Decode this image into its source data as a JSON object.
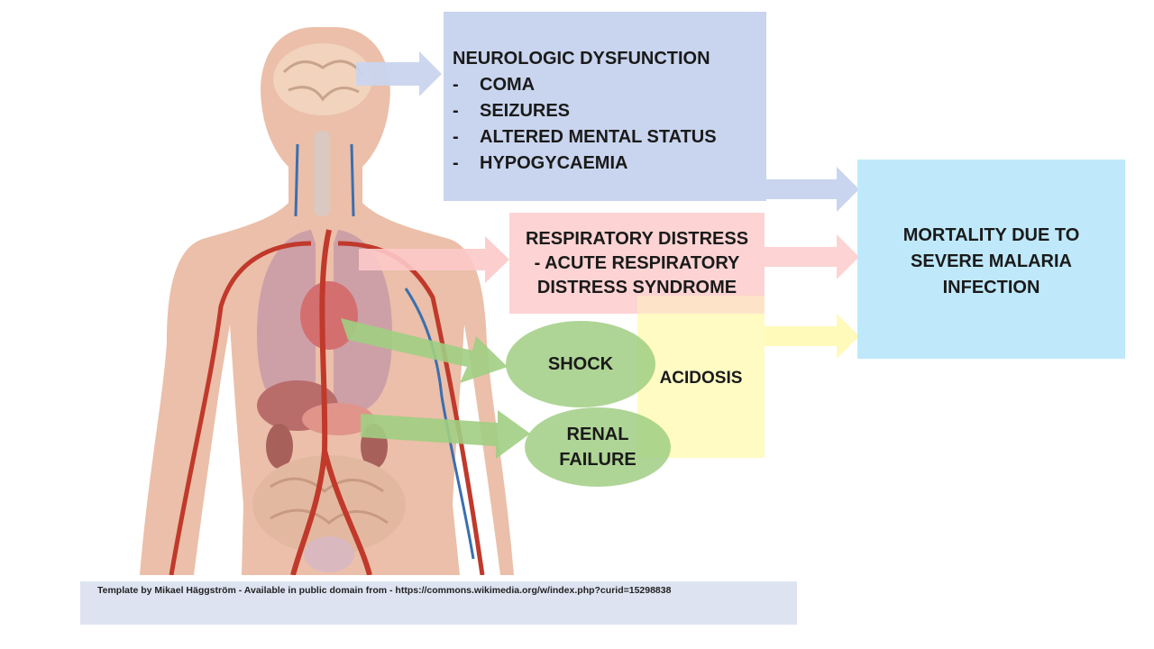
{
  "neuro": {
    "title": "NEUROLOGIC DYSFUNCTION",
    "items": [
      "COMA",
      "SEIZURES",
      "ALTERED MENTAL STATUS",
      "HYPOGYCAEMIA"
    ],
    "bullet": "-"
  },
  "respiratory": {
    "line1": "RESPIRATORY DISTRESS",
    "line2": "- ACUTE RESPIRATORY",
    "line3": "DISTRESS  SYNDROME"
  },
  "shock": {
    "label": "SHOCK"
  },
  "renal": {
    "line1": "RENAL",
    "line2": "FAILURE"
  },
  "acidosis": {
    "label": "ACIDOSIS"
  },
  "mortality": {
    "line1": "MORTALITY DUE TO",
    "line2": "SEVERE MALARIA",
    "line3": "INFECTION"
  },
  "credit": {
    "text": "Template by Mikael Häggström - Available in public domain from - https://commons.wikimedia.org/w/index.php?curid=15298838"
  },
  "colors": {
    "neuro": "#c9d5ee",
    "respiratory": "#fdd3d3",
    "acidosis": "#fffab9",
    "mortality": "#bfe9fb",
    "ellipse": "#a0ce82",
    "skin": "#e8b49a",
    "artery": "#c0392b",
    "vein": "#3a6fb0"
  }
}
